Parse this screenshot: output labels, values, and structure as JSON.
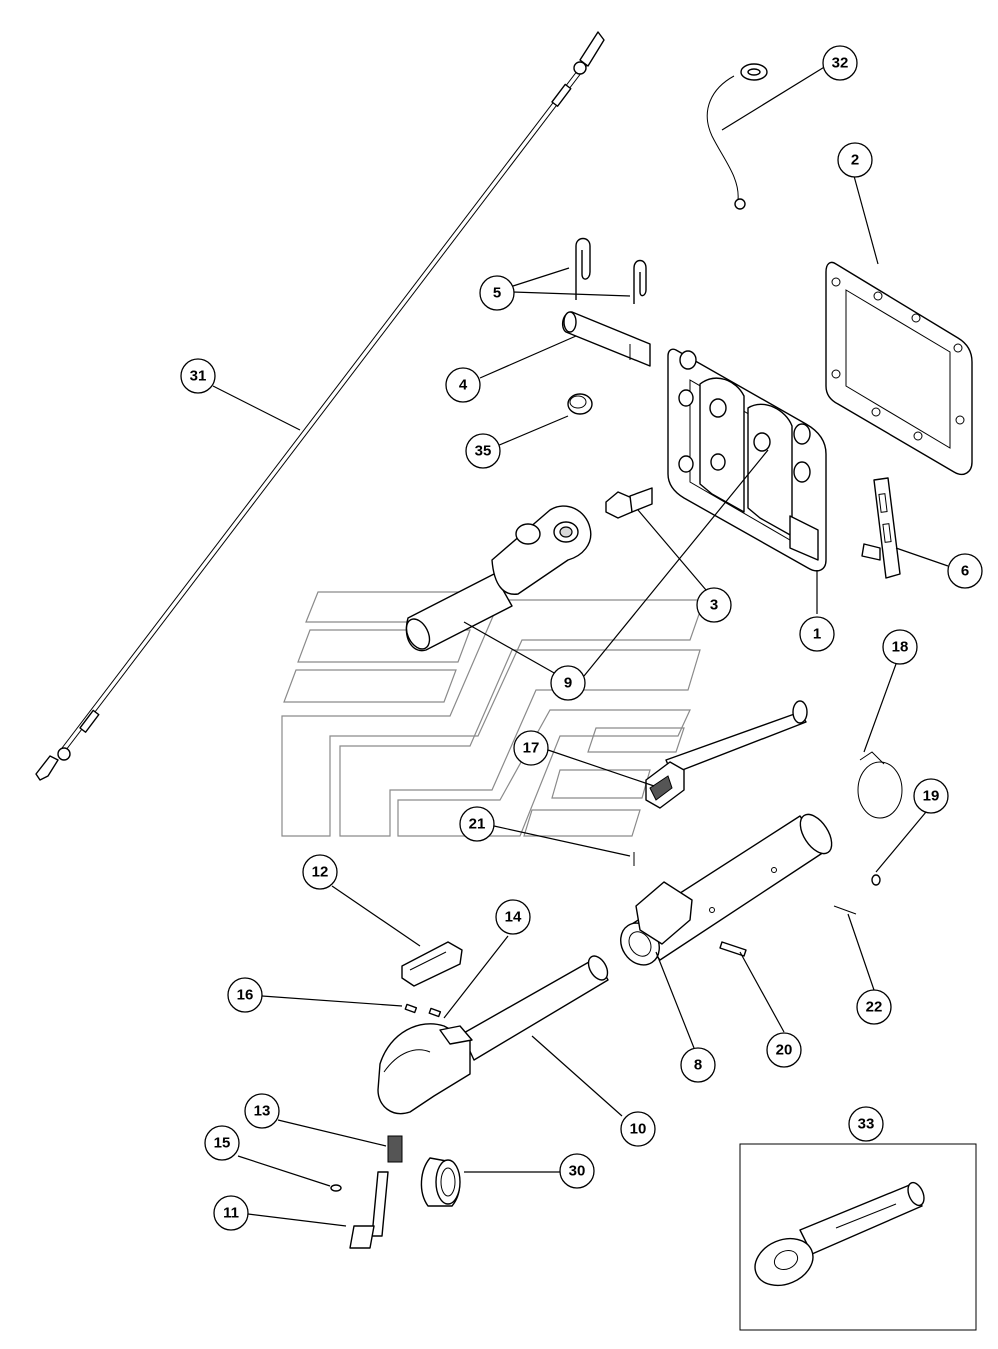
{
  "diagram": {
    "callouts": [
      {
        "id": "c1",
        "label": "1"
      },
      {
        "id": "c2",
        "label": "2"
      },
      {
        "id": "c3",
        "label": "3"
      },
      {
        "id": "c4",
        "label": "4"
      },
      {
        "id": "c5",
        "label": "5"
      },
      {
        "id": "c6",
        "label": "6"
      },
      {
        "id": "c8",
        "label": "8"
      },
      {
        "id": "c9",
        "label": "9"
      },
      {
        "id": "c10",
        "label": "10"
      },
      {
        "id": "c11",
        "label": "11"
      },
      {
        "id": "c12",
        "label": "12"
      },
      {
        "id": "c13",
        "label": "13"
      },
      {
        "id": "c14",
        "label": "14"
      },
      {
        "id": "c15",
        "label": "15"
      },
      {
        "id": "c16",
        "label": "16"
      },
      {
        "id": "c17",
        "label": "17"
      },
      {
        "id": "c18",
        "label": "18"
      },
      {
        "id": "c19",
        "label": "19"
      },
      {
        "id": "c20",
        "label": "20"
      },
      {
        "id": "c21",
        "label": "21"
      },
      {
        "id": "c22",
        "label": "22"
      },
      {
        "id": "c30",
        "label": "30"
      },
      {
        "id": "c31",
        "label": "31"
      },
      {
        "id": "c32",
        "label": "32"
      },
      {
        "id": "c33",
        "label": "33"
      },
      {
        "id": "c35",
        "label": "35"
      }
    ]
  }
}
